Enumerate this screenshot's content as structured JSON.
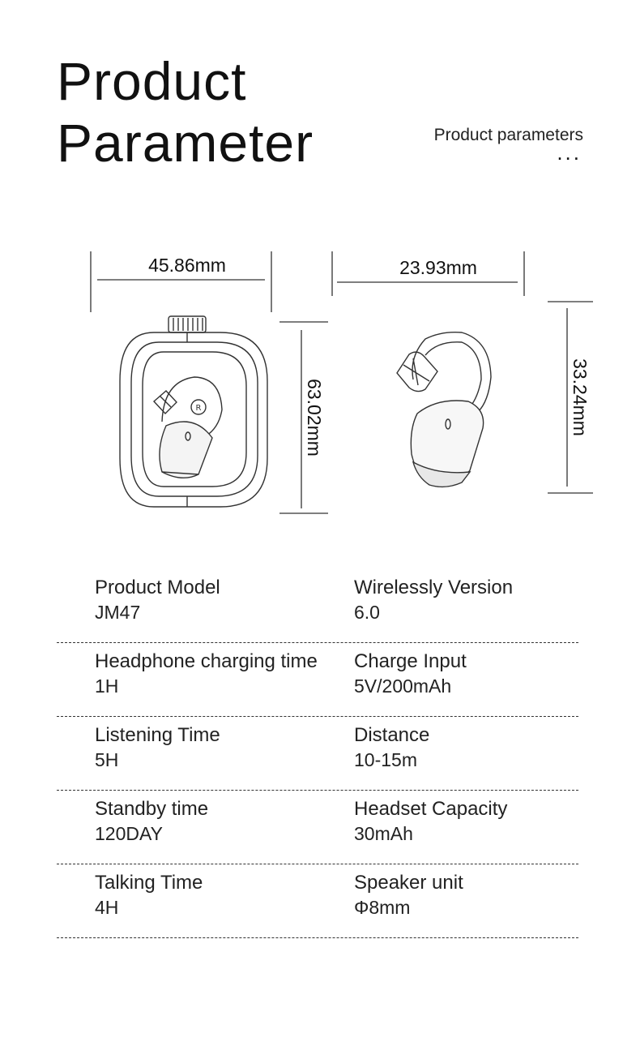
{
  "header": {
    "title_line1": "Product",
    "title_line2": "Parameter",
    "subtitle": "Product parameters",
    "dots": "..."
  },
  "dimensions": {
    "case_width": "45.86mm",
    "case_height": "63.02mm",
    "earbud_width": "23.93mm",
    "earbud_height": "33.24mm"
  },
  "specs": [
    {
      "left_label": "Product Model",
      "left_value": "JM47",
      "right_label": "Wirelessly Version",
      "right_value": "6.0"
    },
    {
      "left_label": "Headphone charging time",
      "left_value": "1H",
      "right_label": "Charge Input",
      "right_value": "5V/200mAh"
    },
    {
      "left_label": "Listening Time",
      "left_value": "5H",
      "right_label": "Distance",
      "right_value": "10-15m"
    },
    {
      "left_label": "Standby time",
      "left_value": "120DAY",
      "right_label": "Headset Capacity",
      "right_value": "30mAh"
    },
    {
      "left_label": "Talking Time",
      "left_value": "4H",
      "right_label": "Speaker unit",
      "right_value": "Φ8mm"
    }
  ]
}
